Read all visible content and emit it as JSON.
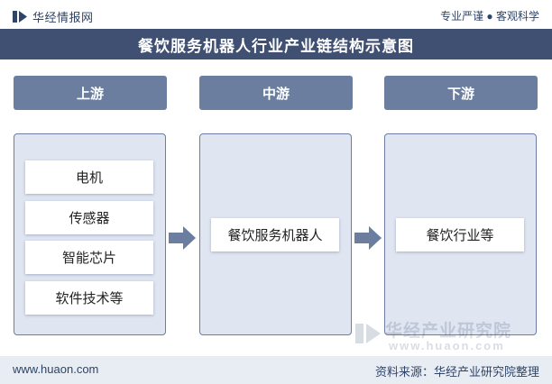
{
  "header": {
    "brand": "华经情报网",
    "slogan": "专业严谨 ● 客观科学"
  },
  "title": "餐饮服务机器人行业产业链结构示意图",
  "stages": {
    "upstream": "上游",
    "midstream": "中游",
    "downstream": "下游"
  },
  "upstream_items": [
    "电机",
    "传感器",
    "智能芯片",
    "软件技术等"
  ],
  "midstream_item": "餐饮服务机器人",
  "downstream_item": "餐饮行业等",
  "watermark": {
    "name": "华经产业研究院",
    "url": "www.huaon.com"
  },
  "footer": {
    "url": "www.huaon.com",
    "source": "资料来源：华经产业研究院整理"
  },
  "colors": {
    "title_bar": "#3f5073",
    "stage_header": "#6b7e9f",
    "panel_fill": "#dfe5f1",
    "arrow": "#6b7e9f",
    "brand_text": "#2e4468"
  },
  "icons": [
    "logo-icon",
    "arrow-right-icon"
  ]
}
